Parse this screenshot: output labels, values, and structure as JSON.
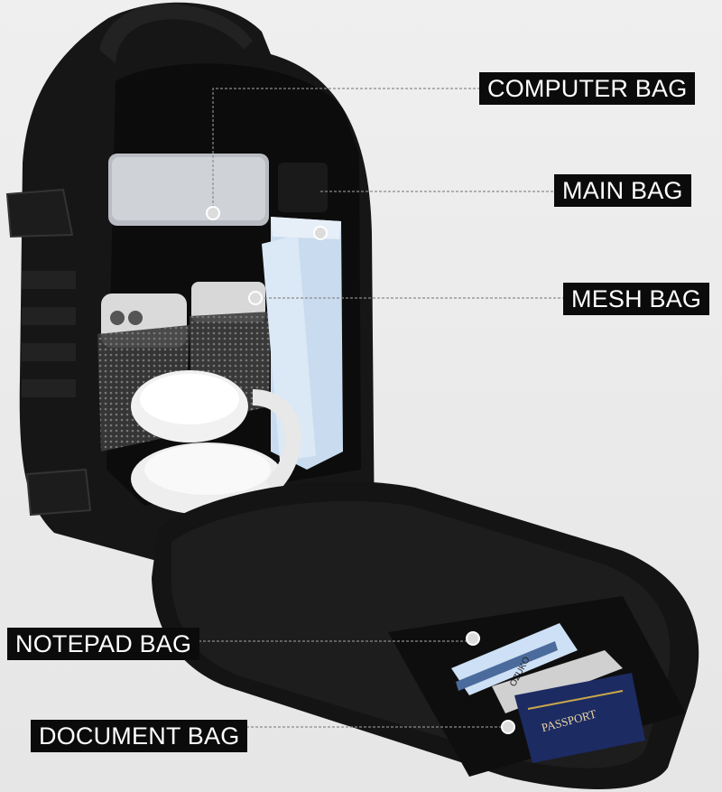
{
  "labels": {
    "computer_bag": "COMPUTER BAG",
    "main_bag": "MAIN BAG",
    "mesh_bag": "MESH BAG",
    "notepad_bag": "NOTEPAD BAG",
    "document_bag": "DOCUMENT BAG"
  },
  "items": {
    "notebook_brand": "OZUKO",
    "passport_text": "PASSPORT"
  },
  "colors": {
    "background": "#ececec",
    "bag_body": "#151515",
    "label_bg": "#0b0b0b",
    "label_text": "#ffffff",
    "leader_line": "#8a8a8a",
    "umbrella": "#cfe0f0",
    "passport": "#1d2b63"
  }
}
